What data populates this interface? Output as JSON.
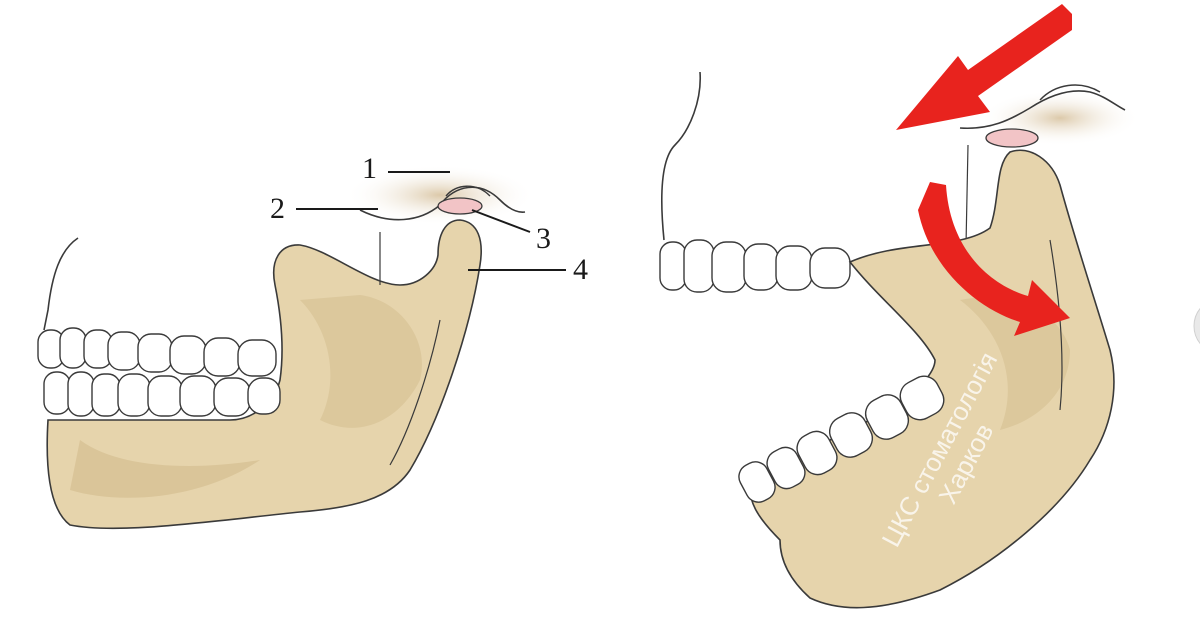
{
  "colors": {
    "bone": "#e6d4ac",
    "bone_shadow": "#c9b385",
    "outline": "#3a3a3a",
    "teeth": "#ffffff",
    "disc": "#f2c4c6",
    "arrow": "#e8231e",
    "watermark": "#ffffff"
  },
  "left_figure": {
    "state": "closed-jaw",
    "labels": [
      "1",
      "2",
      "3",
      "4"
    ]
  },
  "right_figure": {
    "state": "open-jaw",
    "arrows": [
      "straight-arrow",
      "curved-arrow"
    ]
  },
  "watermark": {
    "line1": "ЦКС стоматологія",
    "line2": "Харков"
  },
  "icons": {
    "side_control": "circle-partial-icon"
  }
}
